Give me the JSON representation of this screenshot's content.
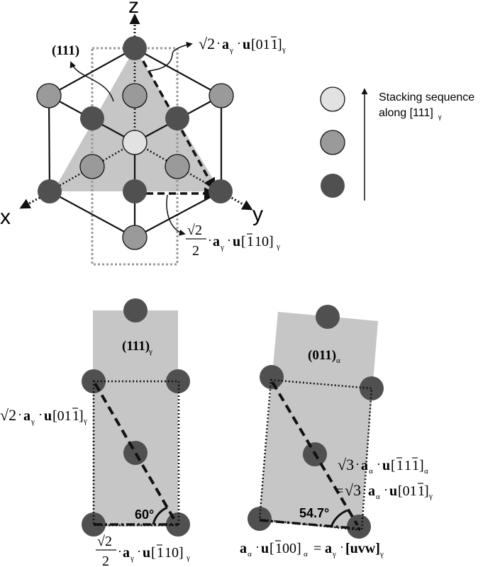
{
  "colors": {
    "dark_atom": "#505050",
    "mid_atom": "#9a9a9a",
    "light_atom": "#e2e2e2",
    "plane_fill": "#c6c6c6",
    "guide_box": "#9a9a9a",
    "line": "#111111"
  },
  "top_panel": {
    "axes": {
      "z": "z",
      "x": "x",
      "y": "y"
    },
    "plane_label": "(111)",
    "vec_top": {
      "prefix": "√2",
      "dot1": "·",
      "a": "a",
      "a_sub": "γ",
      "dot2": "·",
      "u": "u",
      "index": "[01",
      "bar_index": "1",
      "close": "]",
      "sub": "γ"
    },
    "vec_bottom": {
      "num": "√2",
      "den": "2",
      "dot1": "·",
      "a": "a",
      "a_sub": "γ",
      "dot2": "·",
      "u": "u",
      "open": "[",
      "bar_index": "1",
      "index": "10]",
      "sub": "γ"
    }
  },
  "legend": {
    "line1": "Stacking sequence",
    "line2": "along [111]",
    "line2_sub": "γ",
    "atoms": [
      "light",
      "mid",
      "dark"
    ]
  },
  "bottom_left": {
    "plane_label": "(111)",
    "plane_sub": "γ",
    "angle": "60°",
    "vec_side": {
      "prefix": "√2",
      "dot1": "·",
      "a": "a",
      "a_sub": "γ",
      "dot2": "·",
      "u": "u",
      "index": "[01",
      "bar_index": "1",
      "close": "]",
      "sub": "γ"
    },
    "vec_bottom": {
      "num": "√2",
      "den": "2",
      "dot1": "·",
      "a": "a",
      "a_sub": "γ",
      "dot2": "·",
      "u": "u",
      "open": "[",
      "bar_index": "1",
      "index": "10]",
      "sub": "γ"
    }
  },
  "bottom_right": {
    "plane_label": "(011)",
    "plane_sub": "α",
    "angle": "54.7°",
    "vec_diag1": {
      "prefix": "√3",
      "dot1": "·",
      "a": "a",
      "a_sub": "α",
      "dot2": "·",
      "u": "u",
      "open": "[",
      "b1": "1",
      "mid": "1",
      "b2": "1",
      "close": "]",
      "sub": "α"
    },
    "vec_diag2": {
      "eq": "=",
      "prefix": "√3",
      "dot1": "·",
      "a": "a",
      "a_sub": "α",
      "dot2": "·",
      "u": "u",
      "index": "[01",
      "bar_index": "1",
      "close": "]",
      "sub": "γ"
    },
    "vec_bottom": {
      "a": "a",
      "a_sub": "α",
      "dot1": "·",
      "u": "u",
      "open": "[",
      "bar_index": "1",
      "index": "00]",
      "sub": "α",
      "eq": "=",
      "a2": "a",
      "a2_sub": "γ",
      "dot2": "·",
      "uvw": "[uvw]",
      "sub2": "γ"
    }
  }
}
